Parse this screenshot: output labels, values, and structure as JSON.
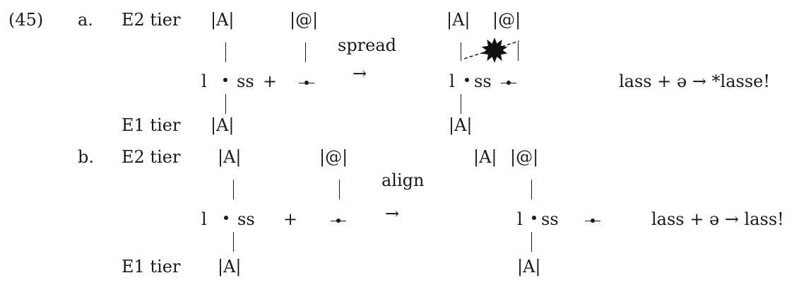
{
  "example_number": "(45)",
  "a": {
    "letter": "a.",
    "e2_label": "E2 tier",
    "e1_label": "E1 tier",
    "input": {
      "e2_left": "|A|",
      "e2_right": "|@|",
      "seg_l": "l",
      "seg_ss": "ss",
      "plus": "+",
      "e1": "|A|"
    },
    "operation": "spread",
    "arrow": "→",
    "output": {
      "e2_left": "|A|",
      "e2_right": "|@|",
      "seg_l": "l",
      "seg_ss": "ss",
      "e1": "|A|"
    },
    "result": "lass + ə → *lasse!"
  },
  "b": {
    "letter": "b.",
    "e2_label": "E2 tier",
    "e1_label": "E1 tier",
    "input": {
      "e2_left": "|A|",
      "e2_right": "|@|",
      "seg_l": "l",
      "seg_ss": "ss",
      "plus": "+",
      "e1": "|A|"
    },
    "operation": "align",
    "arrow": "→",
    "output": {
      "e2_left": "|A|",
      "e2_right": "|@|",
      "seg_l": "l",
      "seg_ss": "ss",
      "e1": "|A|"
    },
    "result": "lass + ə → lass!"
  },
  "colors": {
    "ink": "#1a1a1a",
    "burst": "#111111"
  },
  "icons": {
    "blocked_link": "starburst-icon"
  }
}
